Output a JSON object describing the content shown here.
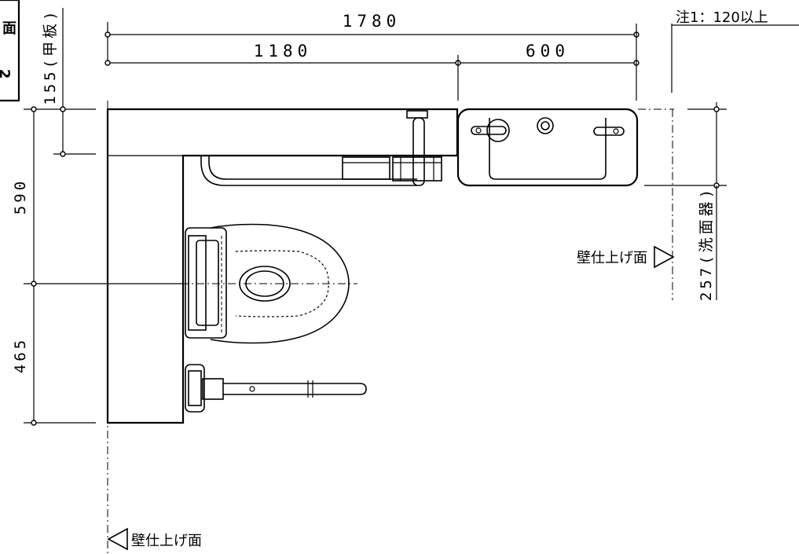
{
  "title_fragment": {
    "char_top": "面",
    "char_bottom": "2"
  },
  "dimensions": {
    "overall_width": "1780",
    "left_width": "1180",
    "right_width": "600",
    "top_offset": "155(甲板)",
    "upper_depth": "590",
    "lower_depth": "465",
    "basin_offset": "257(洗面器)"
  },
  "notes": {
    "note1": "注1：120以上",
    "wall_finish_right": "壁仕上げ面",
    "wall_finish_bottom": "壁仕上げ面"
  }
}
